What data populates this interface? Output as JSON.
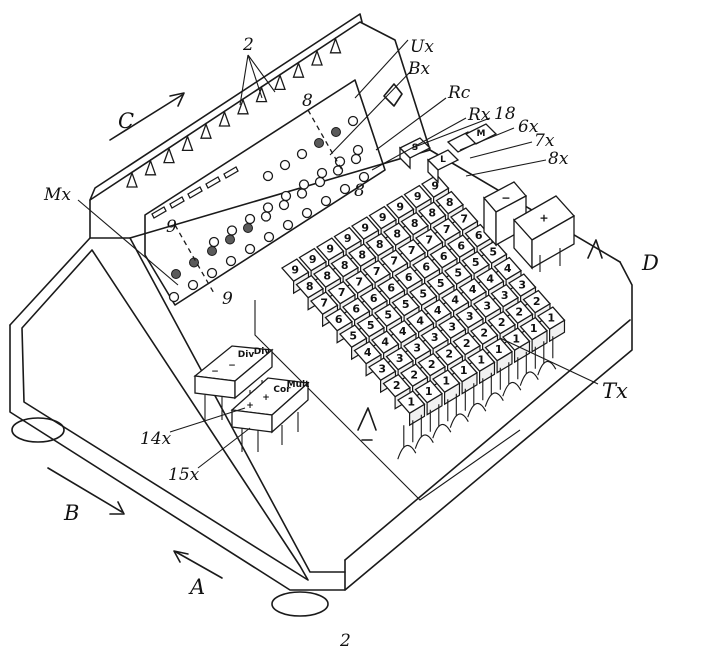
{
  "figure": {
    "labels": {
      "two_top": "2",
      "ux": "Ux",
      "bx_top": "Bx",
      "rc": "Rc",
      "rx": "Rx",
      "eighteen": "18",
      "sixx": "6x",
      "sevenx": "7x",
      "eightx": "8x",
      "c": "C",
      "mx": "Mx",
      "d": "D",
      "eight_a": "8",
      "eight_b": "8",
      "nine_a": "9",
      "nine_b": "9",
      "tx": "Tx",
      "fourteenx": "14x",
      "fifteenx": "15x",
      "b": "B",
      "a": "A",
      "two_bottom": "2"
    },
    "function_keys": {
      "minus": "−",
      "plus": "+",
      "div": "Div",
      "cor": "Cor",
      "mult": "Mult",
      "s": "S",
      "l": "L",
      "m": "M"
    },
    "keyboard": {
      "rows": [
        [
          "9",
          "9",
          "9",
          "9",
          "9",
          "9",
          "9",
          "9",
          "9"
        ],
        [
          "8",
          "8",
          "8",
          "8",
          "8",
          "8",
          "8",
          "8",
          "8"
        ],
        [
          "7",
          "7",
          "7",
          "7",
          "7",
          "7",
          "7",
          "7",
          "7"
        ],
        [
          "6",
          "6",
          "6",
          "6",
          "6",
          "6",
          "6",
          "6",
          "6"
        ],
        [
          "5",
          "5",
          "5",
          "5",
          "5",
          "5",
          "5",
          "5",
          "5"
        ],
        [
          "4",
          "4",
          "4",
          "4",
          "4",
          "4",
          "4",
          "4",
          "4"
        ],
        [
          "3",
          "3",
          "3",
          "3",
          "3",
          "3",
          "3",
          "3",
          "3"
        ],
        [
          "2",
          "2",
          "2",
          "2",
          "2",
          "2",
          "2",
          "2",
          "2"
        ],
        [
          "1",
          "1",
          "1",
          "1",
          "1",
          "1",
          "1",
          "1",
          "1"
        ]
      ]
    }
  }
}
